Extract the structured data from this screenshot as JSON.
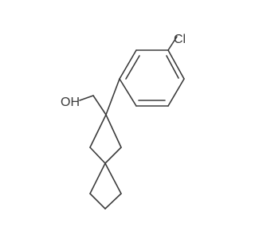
{
  "molecule": {
    "atoms": [
      {
        "id": "Cl",
        "label": "Cl"
      },
      {
        "id": "OH",
        "label": "OH"
      }
    ]
  }
}
